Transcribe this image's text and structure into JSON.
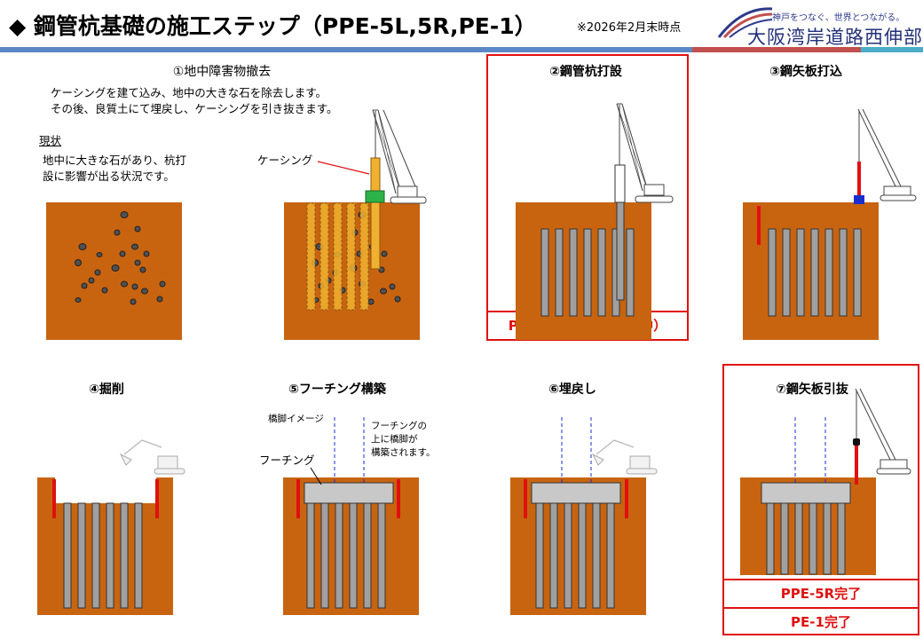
{
  "header": {
    "title": "◆ 鋼管杭基礎の施工ステップ（PPE-5L,5R,PE-1）",
    "note": "※2026年2月末時点",
    "logo_tagline": "神戸をつなぐ、世界とつながる。",
    "logo_name": "大阪湾岸道路西伸部"
  },
  "colors": {
    "soil": "#c86410",
    "pile": "#a0a0a0",
    "casing": "#f0b030",
    "red_frame": "#e01010",
    "band_blue": "#5b87c5",
    "band_red": "#c0504d",
    "band_cyan": "#4bacc6"
  },
  "steps": [
    {
      "label": "①地中障害物撤去",
      "description": [
        "ケーシングを建て込み、地中の大きな石を除去します。",
        "その後、良質土にて埋戻し、ケーシングを引き抜きます。"
      ],
      "current_heading": "現状",
      "current_text": [
        "地中に大きな石があり、杭打",
        "設に影響が出る状況です。"
      ],
      "casing_label": "ケーシング"
    },
    {
      "label": "②鋼管杭打設",
      "status": "PPE-5L（鋼管杭打設中）"
    },
    {
      "label": "③鋼矢板打込"
    },
    {
      "label": "④掘削"
    },
    {
      "label": "⑤フーチング構築",
      "pier_label": "橋脚イメージ",
      "pier_note": [
        "フーチングの",
        "上に橋脚が",
        "構築されます。"
      ],
      "footing_label": "フーチング"
    },
    {
      "label": "⑥埋戻し"
    },
    {
      "label": "⑦鋼矢板引抜",
      "status_lines": [
        "PPE-5R完了",
        "PE-1完了"
      ]
    }
  ]
}
